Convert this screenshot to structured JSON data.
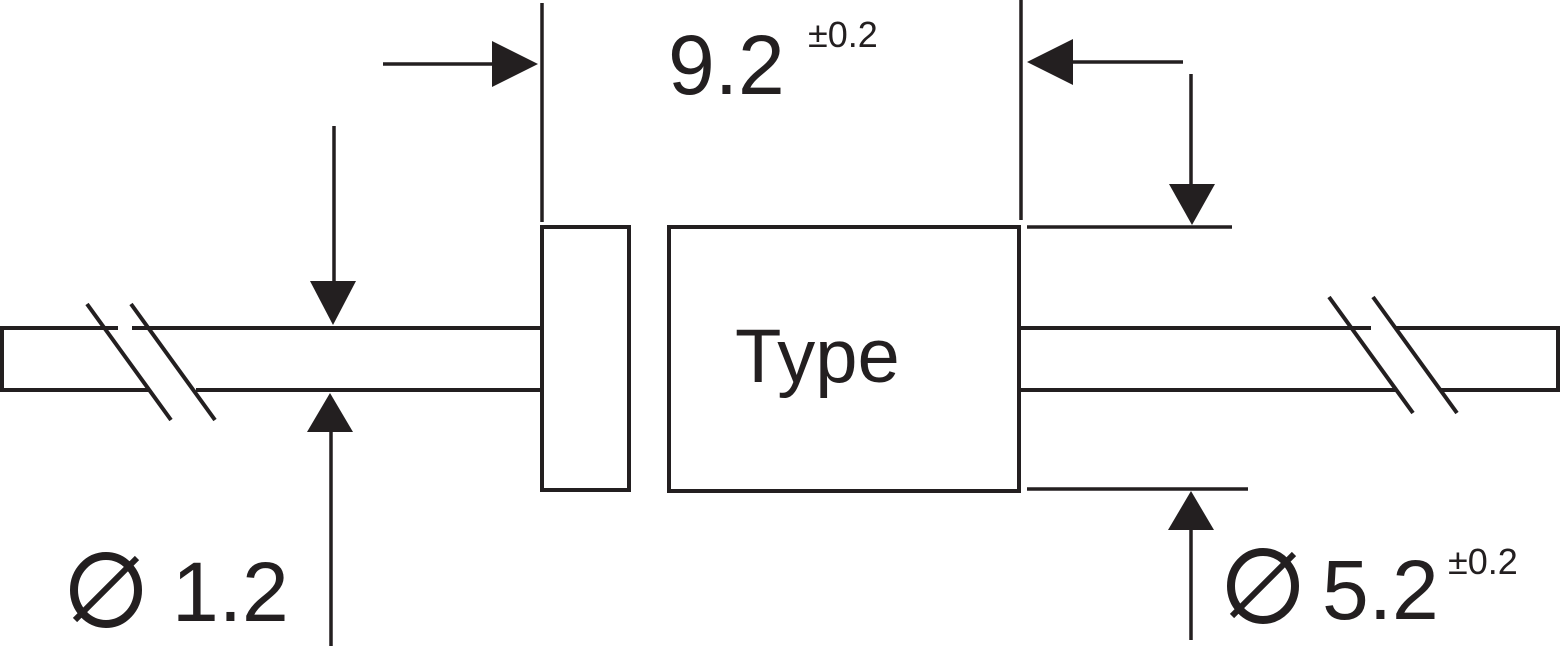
{
  "labels": {
    "body_length": "9.2",
    "body_length_tolerance": "±0.2",
    "body_text": "Type",
    "lead_diameter_symbol": "Ø",
    "lead_diameter": "1.2",
    "body_diameter_symbol": "Ø",
    "body_diameter": "5.2",
    "body_diameter_tolerance": "±0.2"
  },
  "colors": {
    "line": "#231f20",
    "background": "#ffffff"
  }
}
